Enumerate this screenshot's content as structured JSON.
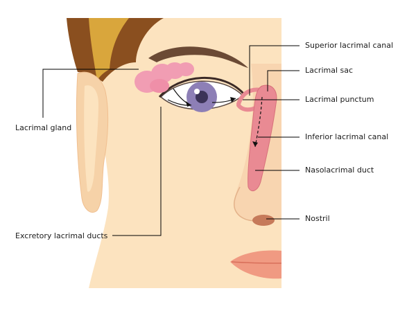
{
  "labels": {
    "superior_lacrimal_canal": "Superior lacrimal canal",
    "lacrimal_sac": "Lacrimal sac",
    "lacrimal_punctum": "Lacrimal punctum",
    "lacrimal_gland": "Lacrimal gland",
    "inferior_lacrimal_canal": "Inferior lacrimal canal",
    "nasolacrimal_duct": "Nasolacrimal duct",
    "nostril": "Nostril",
    "excretory_lacrimal_ducts": "Excretory lacrimal ducts"
  },
  "colors": {
    "skin": "#fce3bf",
    "skin_shadow": "#f3c9a0",
    "hair": "#8a4f1f",
    "hair_highlight": "#d9a63c",
    "brow": "#6b4a35",
    "gland": "#f19db3",
    "duct": "#e98a93",
    "iris": "#8d7fb6",
    "pupil": "#3c3358",
    "lips": "#f09a82",
    "leader": "#000000"
  }
}
